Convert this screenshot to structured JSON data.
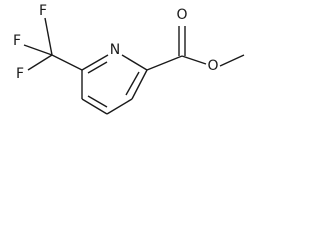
{
  "structure": {
    "name": "",
    "atoms": {
      "ring_nitrogen": "N",
      "carbonyl_oxygen": "O",
      "ester_oxygen": "O",
      "fluorine_top": "F",
      "fluorine_left": "F",
      "fluorine_bottom": "F"
    }
  }
}
